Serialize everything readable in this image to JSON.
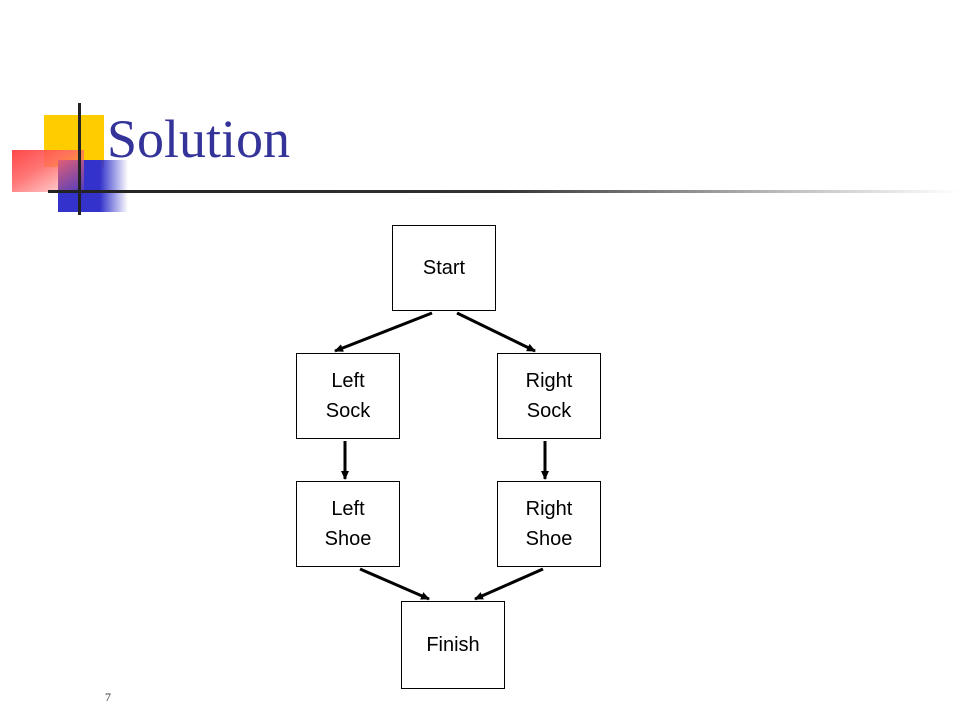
{
  "slide": {
    "title": "Solution",
    "page_number": "7"
  },
  "diagram": {
    "nodes": {
      "start": "Start",
      "left_sock": "Left\nSock",
      "right_sock": "Right\nSock",
      "left_shoe": "Left\nShoe",
      "right_shoe": "Right\nShoe",
      "finish": "Finish"
    },
    "edges": [
      [
        "start",
        "left_sock"
      ],
      [
        "start",
        "right_sock"
      ],
      [
        "left_sock",
        "left_shoe"
      ],
      [
        "right_sock",
        "right_shoe"
      ],
      [
        "left_shoe",
        "finish"
      ],
      [
        "right_shoe",
        "finish"
      ]
    ]
  },
  "colors": {
    "title": "#333399",
    "accent_yellow": "#ffcc00",
    "accent_blue": "#3333cc",
    "accent_red": "#ff3333"
  }
}
